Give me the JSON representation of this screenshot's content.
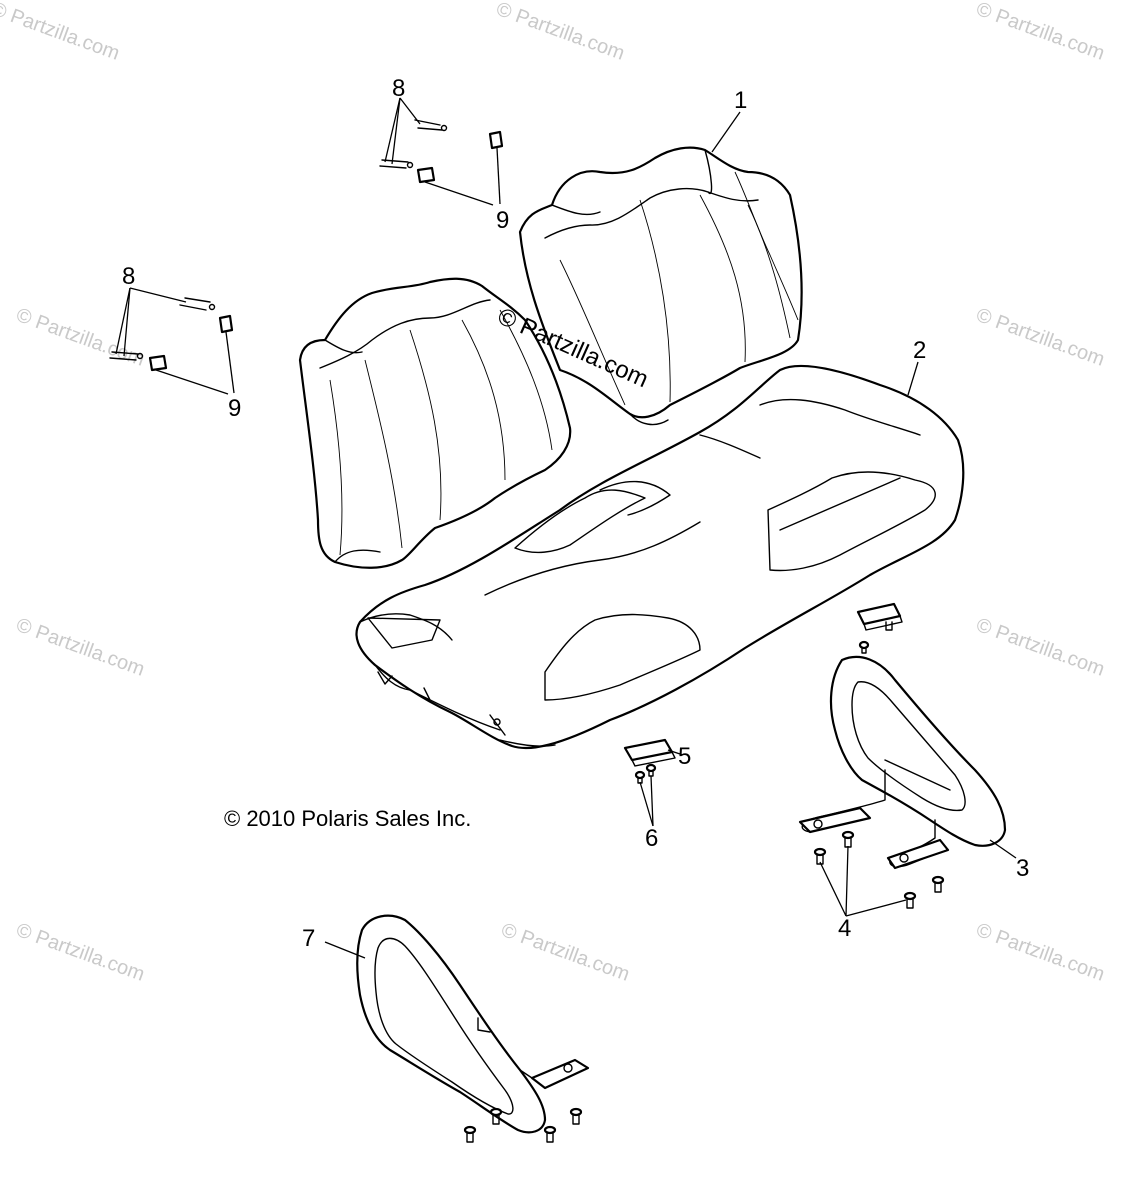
{
  "callouts": {
    "c1": "1",
    "c2": "2",
    "c3": "3",
    "c4": "4",
    "c5": "5",
    "c6": "6",
    "c7": "7",
    "c8a": "8",
    "c8b": "8",
    "c9a": "9",
    "c9b": "9"
  },
  "copyright": "© 2010 Polaris Sales Inc.",
  "watermark": {
    "text": "© Partzilla.com",
    "center_text": "© Partzilla.com"
  }
}
